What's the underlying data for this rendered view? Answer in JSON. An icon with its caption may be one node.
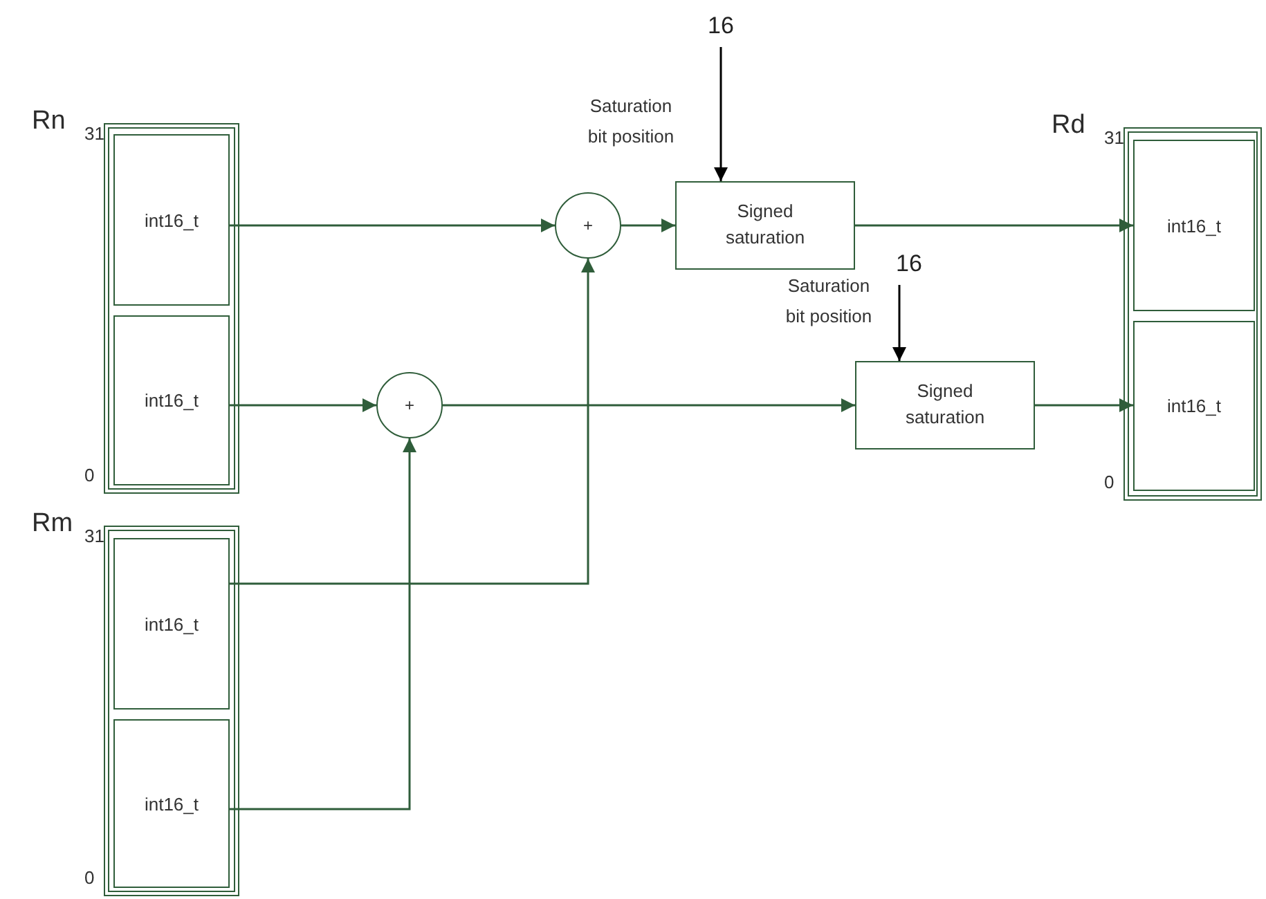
{
  "diagram": {
    "nodes": [
      {
        "text": [
          "Rn"
        ],
        "beside": [
          "31",
          "0"
        ]
      },
      {
        "text": [
          "int16_t"
        ],
        "in": 0
      },
      {
        "text": [
          "int16_t"
        ],
        "in": 0
      },
      {
        "text": [
          "Rm"
        ],
        "beside": [
          "31",
          "0"
        ]
      },
      {
        "text": [
          "int16_t"
        ],
        "in": 3
      },
      {
        "text": [
          "int16_t"
        ],
        "in": 3
      },
      {
        "text": [
          "+"
        ]
      },
      {
        "text": [
          "+"
        ]
      },
      {
        "text": [
          "16"
        ]
      },
      {
        "text": [
          "Signed saturation"
        ]
      },
      {
        "text": [
          "16"
        ]
      },
      {
        "text": [
          "Signed saturation"
        ]
      },
      {
        "text": [
          "Rd"
        ],
        "beside": [
          "31",
          "0"
        ]
      },
      {
        "text": [
          "int16_t"
        ],
        "in": 12
      },
      {
        "text": [
          "int16_t"
        ],
        "in": 12
      }
    ],
    "edges": [
      {
        "from": 1,
        "to": 6,
        "arrow": "to"
      },
      {
        "from": 2,
        "to": 7,
        "arrow": "to"
      },
      {
        "from": 4,
        "to": 6,
        "arrow": "to"
      },
      {
        "from": 5,
        "to": 7,
        "arrow": "to"
      },
      {
        "from": 6,
        "to": 9,
        "arrow": "to"
      },
      {
        "from": 7,
        "to": 11,
        "arrow": "to"
      },
      {
        "from": 8,
        "to": 9,
        "arrow": "to",
        "color": "#000000"
      },
      {
        "from": 10,
        "to": 11,
        "arrow": "to",
        "color": "#000000"
      },
      {
        "from": 9,
        "to": 13,
        "arrow": "to"
      },
      {
        "from": 11,
        "to": 14,
        "arrow": "to"
      }
    ],
    "labels": [
      "Saturation bit position",
      "Saturation bit position"
    ]
  }
}
